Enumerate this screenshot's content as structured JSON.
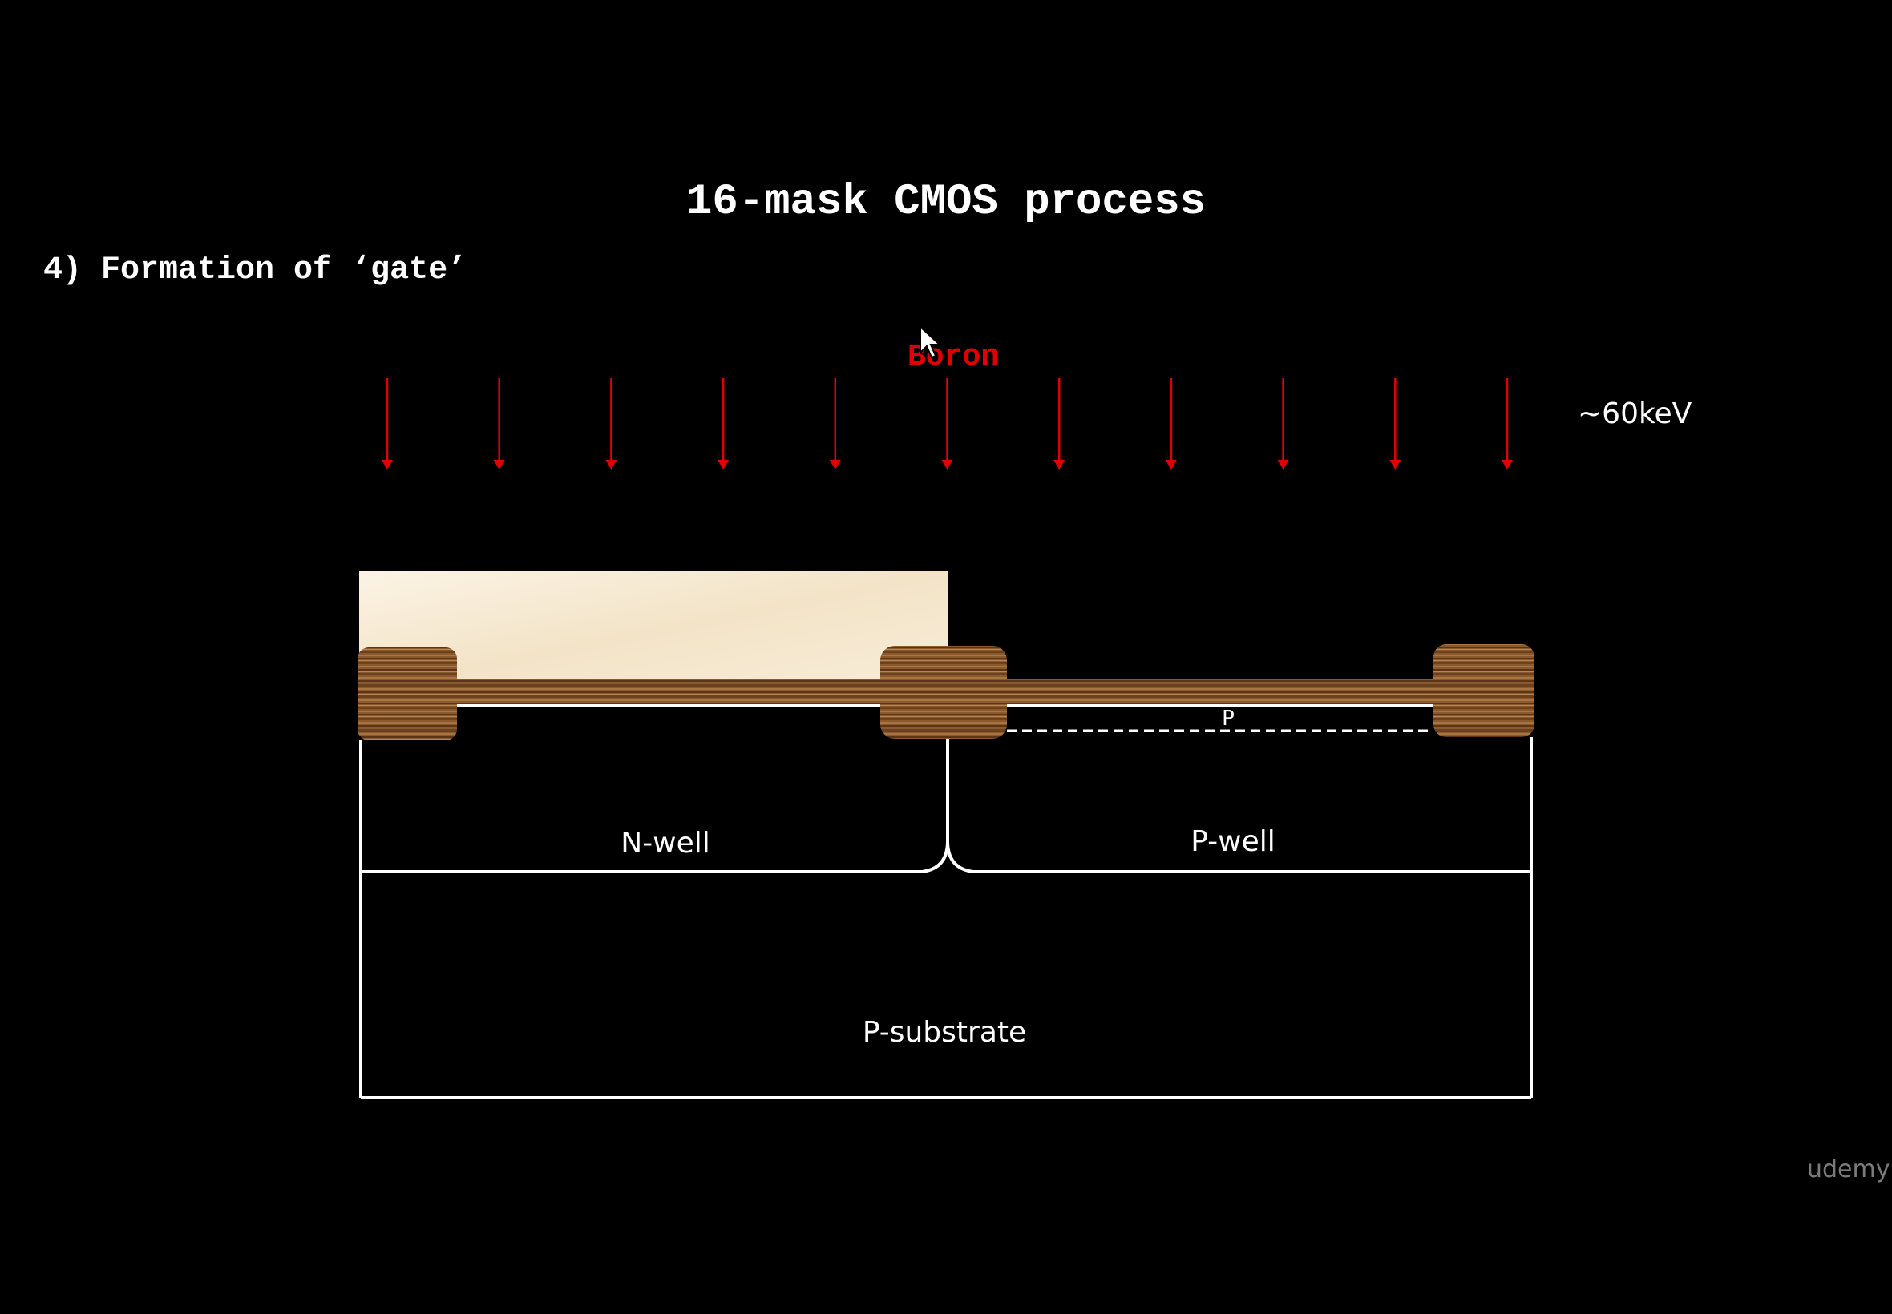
{
  "slide": {
    "title": "16-mask CMOS process",
    "subtitle": "4) Formation of ‘gate’"
  },
  "implant": {
    "dopant": "Boron",
    "energy": "~60keV",
    "arrow_count": 11,
    "arrow_color": "#e00000"
  },
  "structure": {
    "nwell_label": "N-well",
    "pwell_label": "P-well",
    "substrate_label": "P-substrate",
    "channel_label": "P",
    "photoresist_color": "#f7ecd8",
    "oxide_color": "#8a5a2e",
    "outline_color": "#ffffff"
  },
  "watermark": "udemy",
  "icons": {
    "cursor": "mouse-pointer-icon"
  }
}
